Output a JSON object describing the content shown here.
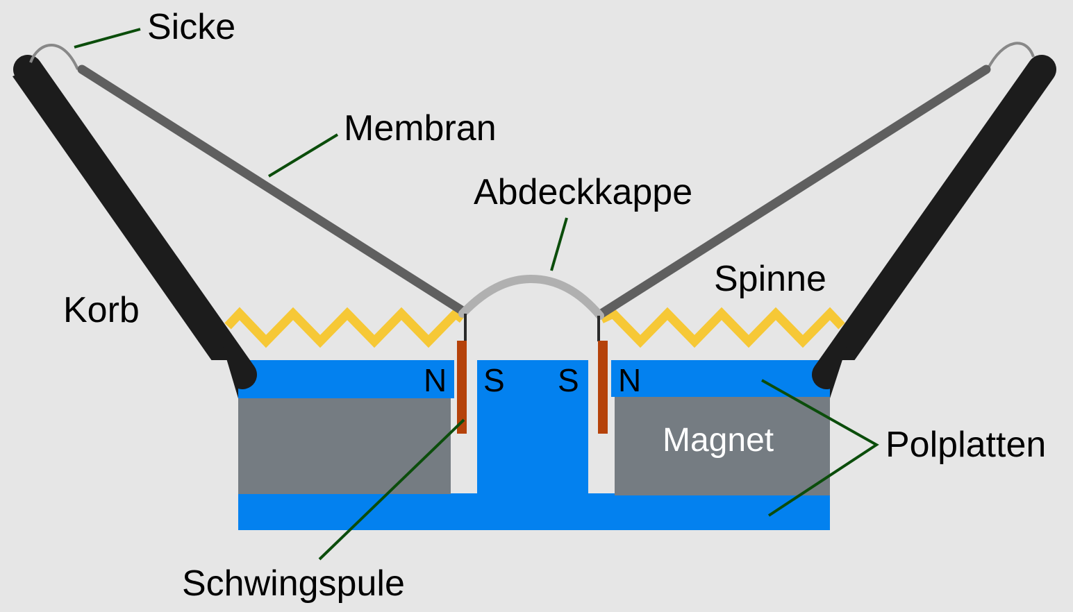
{
  "labels": {
    "sicke": "Sicke",
    "membran": "Membran",
    "abdeckkappe": "Abdeckkappe",
    "spinne": "Spinne",
    "korb": "Korb",
    "magnet": "Magnet",
    "polplatten": "Polplatten",
    "schwingspule": "Schwingspule"
  },
  "poles": {
    "left_outer": "N",
    "left_inner": "S",
    "right_inner": "S",
    "right_outer": "N"
  },
  "colors": {
    "background": "#e6e6e6",
    "basket": "#1c1c1c",
    "membrane": "#5f5f5f",
    "surround": "#888888",
    "dust_cap": "#b0b0b0",
    "spider": "#f6c836",
    "pole_plate": "#0381ef",
    "magnet": "#757c82",
    "voice_coil": "#b5420a",
    "leader_line": "#0b4d0b"
  }
}
